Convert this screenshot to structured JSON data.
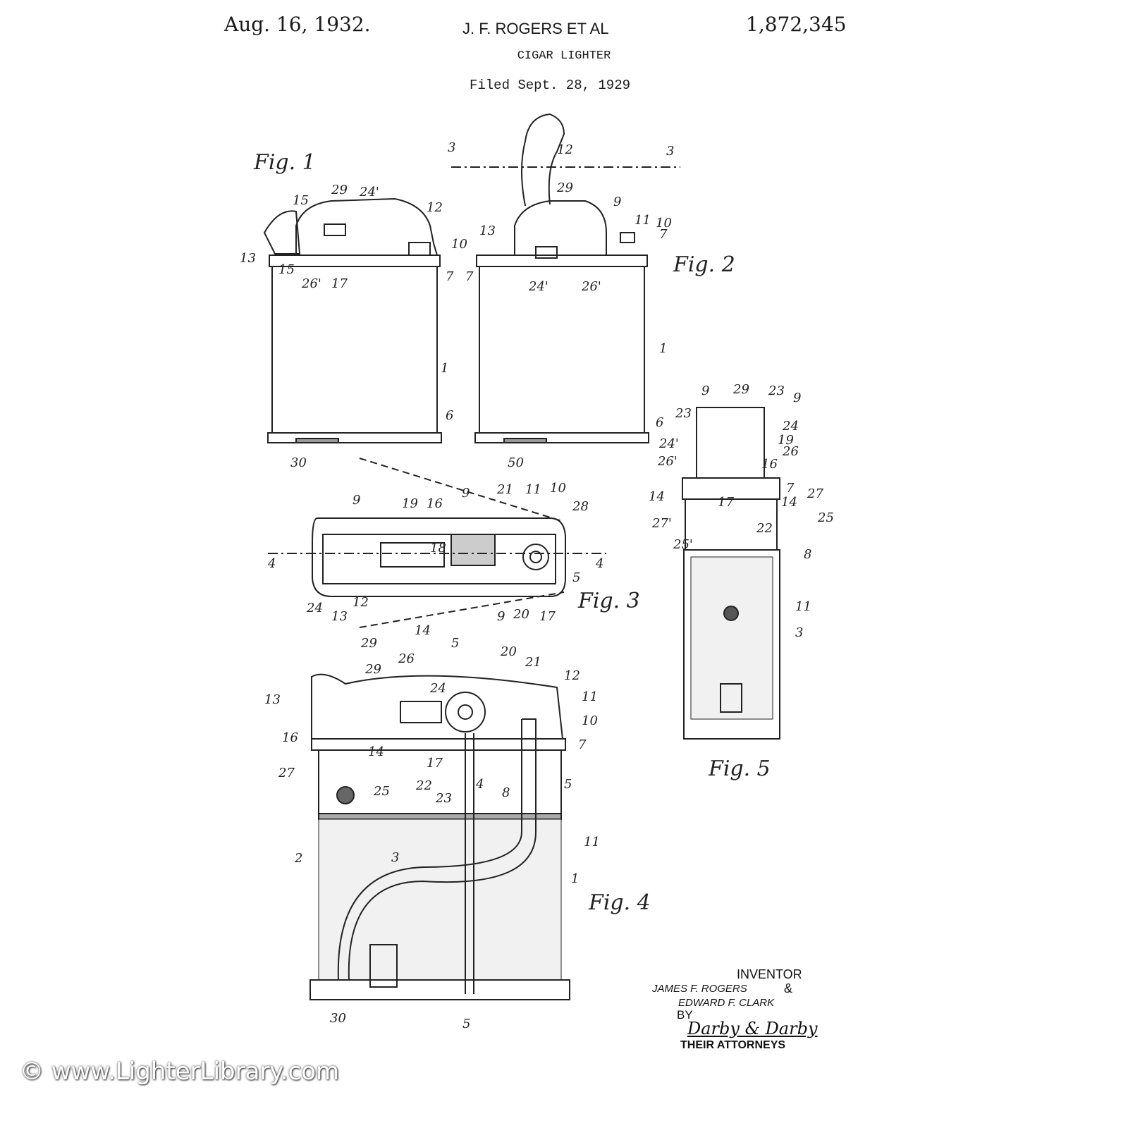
{
  "header": {
    "date": "Aug. 16, 1932.",
    "inventors_short": "J. F. ROGERS ET AL",
    "patent_number": "1,872,345",
    "title": "CIGAR LIGHTER",
    "filed": "Filed Sept. 28, 1929"
  },
  "figures": {
    "fig1": {
      "label": "Fig. 1",
      "numerals": [
        "15",
        "29",
        "24'",
        "12",
        "13",
        "10",
        "15",
        "26'",
        "17",
        "7",
        "1",
        "6",
        "30"
      ]
    },
    "fig2": {
      "label": "Fig. 2",
      "numerals": [
        "3",
        "12",
        "3",
        "29",
        "9",
        "13",
        "11",
        "10",
        "7",
        "7",
        "24'",
        "26'",
        "1",
        "6",
        "50"
      ]
    },
    "fig3": {
      "label": "Fig. 3",
      "numerals": [
        "9",
        "21",
        "11",
        "10",
        "28",
        "9",
        "19",
        "16",
        "18",
        "4",
        "4",
        "5",
        "24",
        "13",
        "12",
        "14",
        "29",
        "9",
        "20",
        "17"
      ]
    },
    "fig4": {
      "label": "Fig. 4",
      "numerals": [
        "5",
        "29",
        "26",
        "20",
        "21",
        "12",
        "13",
        "24",
        "11",
        "16",
        "10",
        "14",
        "17",
        "7",
        "27",
        "4",
        "8",
        "5",
        "25",
        "22",
        "23",
        "2",
        "3",
        "11",
        "1",
        "30",
        "5"
      ]
    },
    "fig5": {
      "label": "Fig. 5",
      "numerals": [
        "23",
        "9",
        "29",
        "23",
        "9",
        "24",
        "24'",
        "19",
        "26'",
        "26",
        "16",
        "7",
        "14",
        "27",
        "14",
        "17",
        "27'",
        "25",
        "22",
        "25'",
        "8",
        "11",
        "3"
      ]
    }
  },
  "signature": {
    "inventor_label": "INVENTOR",
    "inventor_1": "JAMES F. ROGERS",
    "ampersand": "&",
    "inventor_2": "EDWARD F. CLARK",
    "by": "BY",
    "attorney_signature": "Darby & Darby",
    "attorneys_label": "THEIR ATTORNEYS"
  },
  "watermark": "© www.LighterLibrary.com"
}
